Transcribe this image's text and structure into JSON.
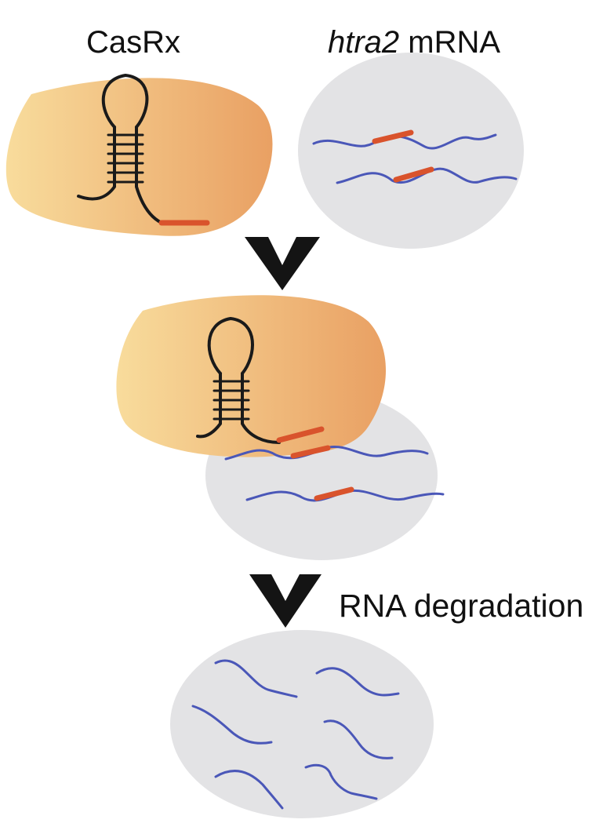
{
  "labels": {
    "casrx": "CasRx",
    "htra2_gene": "htra2",
    "htra2_suffix": " mRNA",
    "degradation": "RNA degradation"
  },
  "colors": {
    "protein_light": "#f8dc9c",
    "protein_dark": "#e9a063",
    "vesicle": "#e3e3e5",
    "rna_strand": "#4a57b8",
    "guide_target": "#d9532c",
    "hairpin": "#1a1a1a",
    "arrow": "#141414"
  },
  "stages": [
    {
      "name": "separate",
      "elements": [
        "CasRx",
        "htra2 mRNA"
      ]
    },
    {
      "name": "bound"
    },
    {
      "name": "degraded",
      "elements": [
        "RNA degradation"
      ]
    }
  ]
}
